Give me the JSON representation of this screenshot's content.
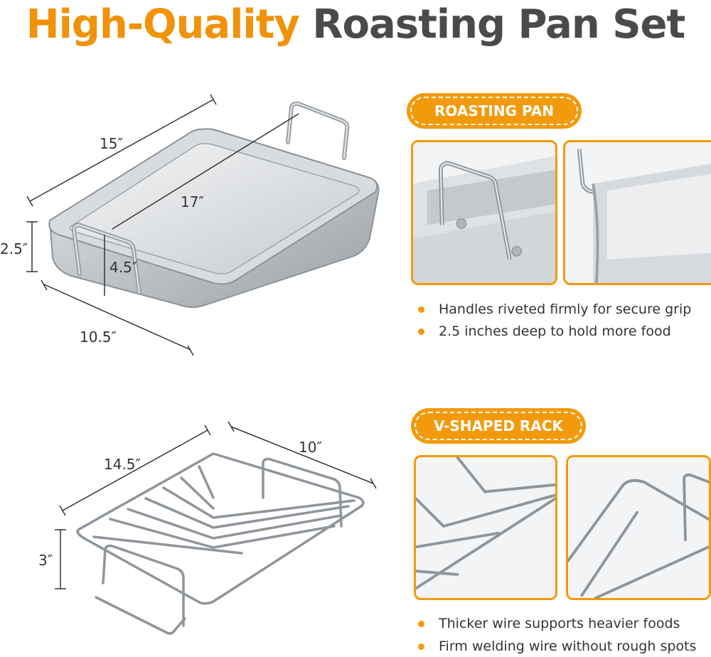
{
  "title": {
    "highlight": "High-Quality",
    "rest": "Roasting Pan Set"
  },
  "colors": {
    "accent": "#f29a0c",
    "title_gray": "#4a4a4a"
  },
  "pan": {
    "badge": "ROASTING PAN",
    "dims": {
      "length": "15″",
      "diagonal": "17″",
      "height": "2.5″",
      "handle": "4.5″",
      "width": "10.5″"
    },
    "bullets": [
      "Handles riveted firmly for secure grip",
      "2.5 inches deep to hold more food"
    ]
  },
  "rack": {
    "badge": "V-SHAPED RACK",
    "dims": {
      "length": "14.5″",
      "width": "10″",
      "height": "3″"
    },
    "bullets": [
      "Thicker wire supports heavier foods",
      "Firm welding wire without rough spots"
    ]
  }
}
